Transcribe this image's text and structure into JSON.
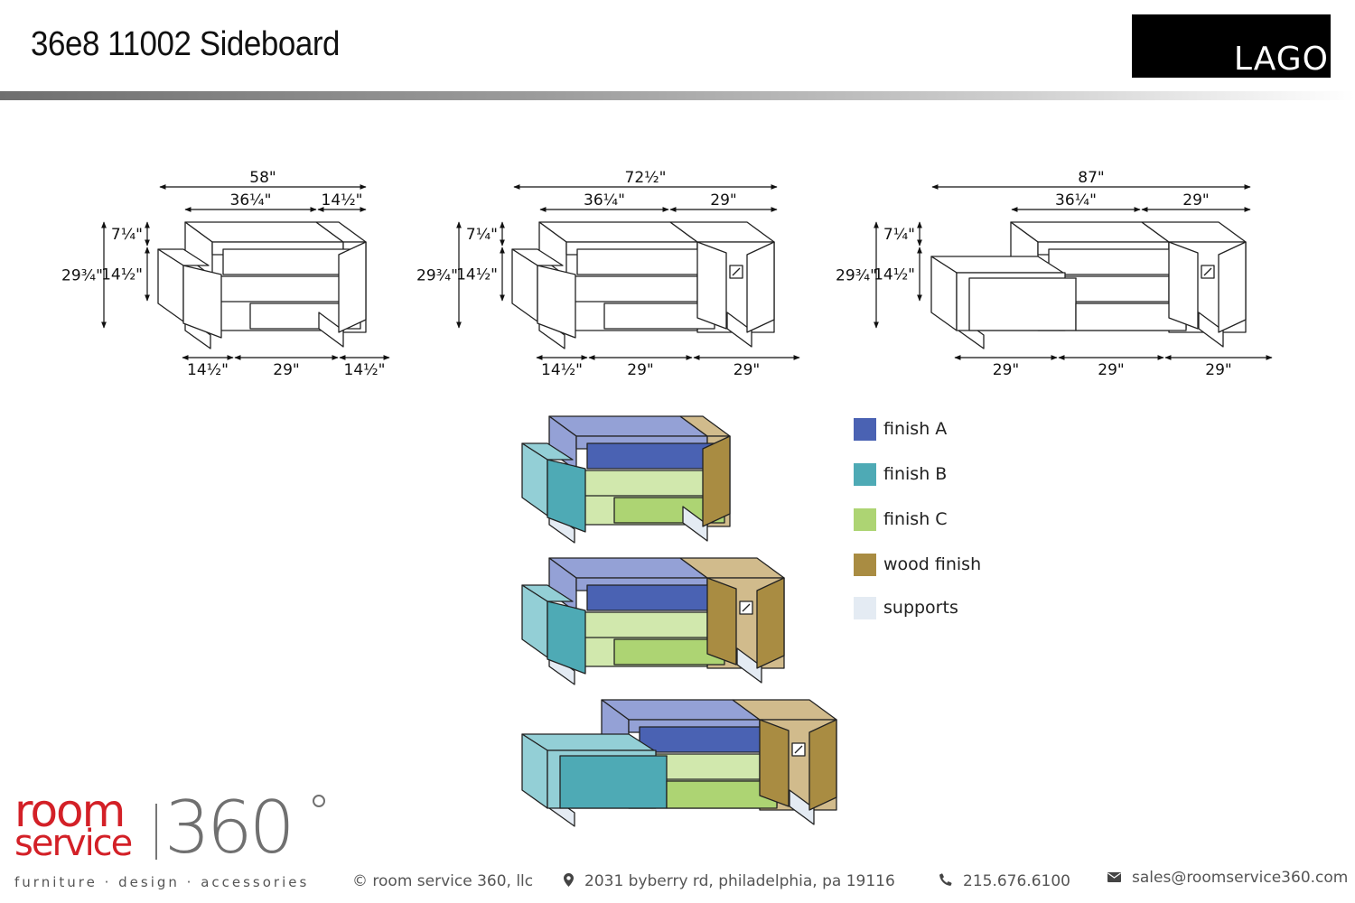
{
  "header": {
    "title": "36e8 11002 Sideboard",
    "brand_logo": "LAGO"
  },
  "drawings": [
    {
      "name": "58-inch configuration",
      "overall_width": "58\"",
      "top_segments": [
        "36¼\"",
        "14½\""
      ],
      "bottom_segments": [
        "14½\"",
        "29\"",
        "14½\""
      ],
      "overall_height": "29¾\"",
      "upper_height": "7¼\"",
      "lower_height": "14½\""
    },
    {
      "name": "72½-inch configuration",
      "overall_width": "72½\"",
      "top_segments": [
        "36¼\"",
        "29\""
      ],
      "bottom_segments": [
        "14½\"",
        "29\"",
        "29\""
      ],
      "overall_height": "29¾\"",
      "upper_height": "7¼\"",
      "lower_height": "14½\""
    },
    {
      "name": "87-inch configuration",
      "overall_width": "87\"",
      "top_segments": [
        "36¼\"",
        "29\""
      ],
      "bottom_segments": [
        "29\"",
        "29\"",
        "29\""
      ],
      "overall_height": "29¾\"",
      "upper_height": "7¼\"",
      "lower_height": "14½\""
    }
  ],
  "legend": [
    {
      "label": "finish A",
      "color": "#4a62b3"
    },
    {
      "label": "finish B",
      "color": "#4eaab5"
    },
    {
      "label": "finish C",
      "color": "#add473"
    },
    {
      "label": "wood finish",
      "color": "#a98c42"
    },
    {
      "label": "supports",
      "color": "#e4ebf3"
    }
  ],
  "colors": {
    "finishA_light": "#94a1d6",
    "finishB_light": "#93cfd6",
    "finishC_light": "#d1e8ad",
    "wood_light": "#d1bb8c",
    "outline": "#222222"
  },
  "footer": {
    "logo_word1": "room",
    "logo_word2": "service",
    "logo_number": "360",
    "tagline": "furniture · design · accessories",
    "copyright": "© room service 360, llc",
    "address": "2031 byberry rd, philadelphia, pa 19116",
    "phone": "215.676.6100",
    "email": "sales@roomservice360.com",
    "icons": {
      "address": "map-pin-icon",
      "phone": "phone-icon",
      "email": "envelope-icon"
    }
  }
}
